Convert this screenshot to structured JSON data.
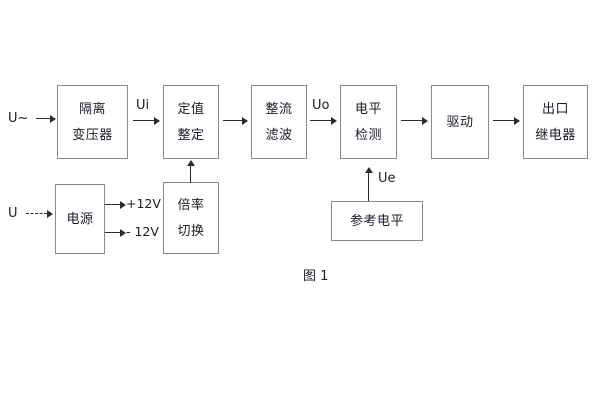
{
  "figure": {
    "caption": "图 1",
    "colors": {
      "box_border": "#8a8a8a",
      "text": "#1b1b2b",
      "arrow": "#2b2b33",
      "background": "#ffffff"
    }
  },
  "blocks": [
    {
      "id": "isolation-transformer",
      "lines": [
        "隔离",
        "变压器"
      ]
    },
    {
      "id": "setting-value",
      "lines": [
        "定值",
        "整定"
      ]
    },
    {
      "id": "rectify-filter",
      "lines": [
        "整流",
        "滤波"
      ]
    },
    {
      "id": "level-detection",
      "lines": [
        "电平",
        "检测"
      ]
    },
    {
      "id": "drive",
      "lines": [
        "驱动"
      ]
    },
    {
      "id": "output-relay",
      "lines": [
        "出口",
        "继电器"
      ]
    },
    {
      "id": "power-supply",
      "lines": [
        "电源"
      ]
    },
    {
      "id": "multiplier-switch",
      "lines": [
        "倍率",
        "切换"
      ]
    },
    {
      "id": "reference-level",
      "lines": [
        "参考电平"
      ]
    }
  ],
  "labels": {
    "input_ac": "U~",
    "input_dc": "U",
    "ui": "Ui",
    "uo": "Uo",
    "ue": "Ue",
    "v_pos": "+12V",
    "v_neg": "- 12V"
  }
}
